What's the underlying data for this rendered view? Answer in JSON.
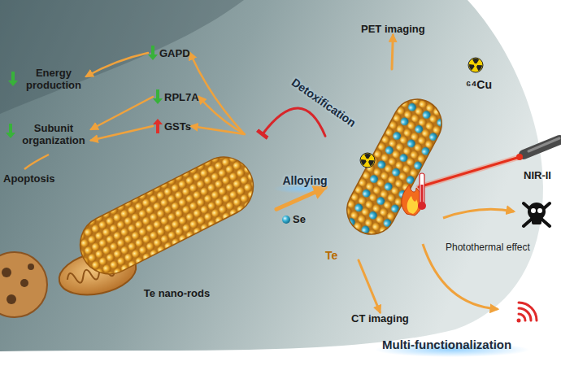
{
  "diagram": {
    "nodes": [
      {
        "text": [
          "Energy production"
        ]
      },
      {
        "text": [
          "GAPD"
        ]
      },
      {
        "text": [
          "RPL7A"
        ]
      },
      {
        "text": [
          "Subunit organization"
        ]
      },
      {
        "text": [
          "GSTs"
        ]
      },
      {
        "text": [
          "Te nano-rods"
        ]
      },
      {
        "text": [
          "⁶⁴Cu",
          "Te"
        ]
      },
      {
        "text": [
          "PET imaging"
        ]
      },
      {
        "text": [
          "CT imaging"
        ]
      }
    ],
    "edges": [
      {
        "from": 5,
        "to": 1,
        "arrow": "to"
      },
      {
        "from": 5,
        "to": 2,
        "arrow": "to"
      },
      {
        "from": 5,
        "to": 4,
        "arrow": "to"
      },
      {
        "from": 1,
        "to": 0,
        "arrow": "to"
      },
      {
        "from": 2,
        "to": 3,
        "arrow": "to"
      },
      {
        "from": 4,
        "to": 3,
        "arrow": "to"
      },
      {
        "from": 5,
        "to": 6,
        "label": "Alloying",
        "arrow": "to"
      },
      {
        "from": 6,
        "to": 5,
        "label": "Detoxification",
        "arrow": "to"
      },
      {
        "from": 6,
        "to": 7,
        "arrow": "to"
      },
      {
        "from": 6,
        "to": 8,
        "arrow": "to"
      }
    ],
    "labels": [
      "Apoptosis",
      "Se",
      "NIR-II",
      "Photothermal effect",
      "Multi-functionalization"
    ]
  }
}
